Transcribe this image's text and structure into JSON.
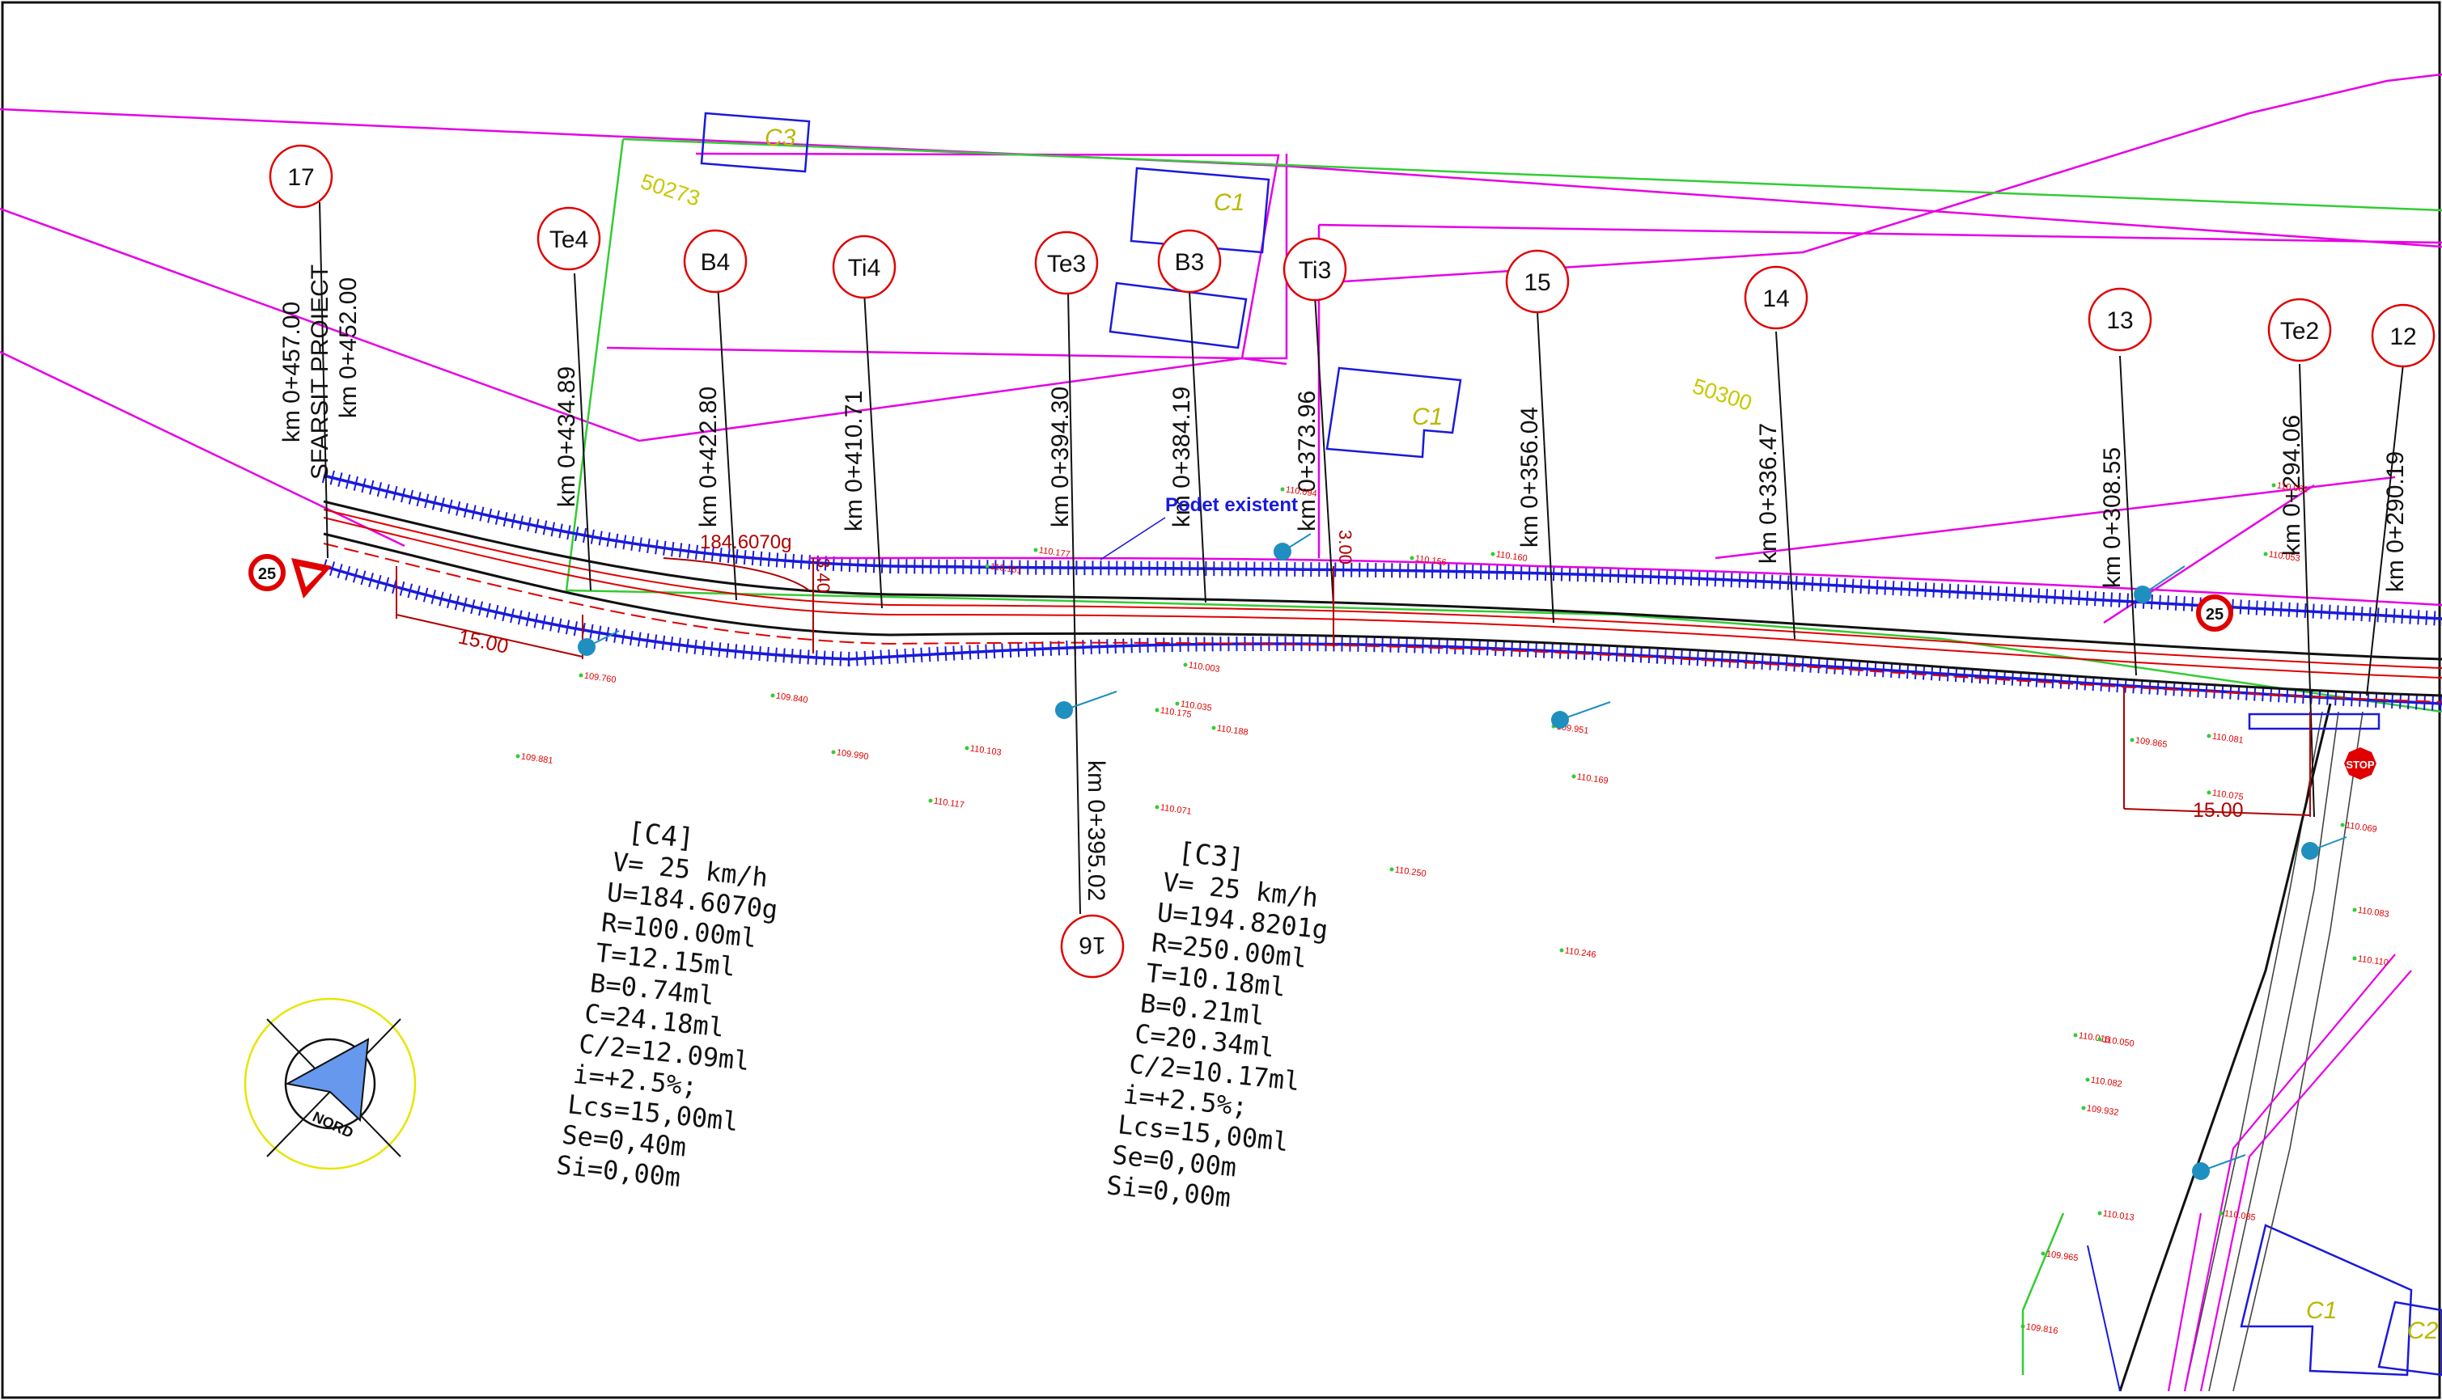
{
  "colors": {
    "magenta": "#e600e6",
    "green": "#33cc33",
    "blue": "#1a1adb",
    "red": "#e00000",
    "darkred": "#b00000",
    "black": "#111111",
    "yellow_olive": "#b8b800",
    "compass_fill": "#6699ee",
    "compass_ring": "#e6e600",
    "teal": "#1f8fbf"
  },
  "parcels": {
    "p50273": "50273",
    "p50300": "50300",
    "c3": "C3",
    "c1_top": "C1",
    "c1_mid": "C1",
    "c1_bottom": "C1",
    "c2_bottom": "C2"
  },
  "points": [
    {
      "id": "17",
      "km": "km 0+457.00",
      "extra": "SFARSIT PROIECT",
      "km2": "km 0+452.00"
    },
    {
      "id": "Te4",
      "km": "km 0+434.89"
    },
    {
      "id": "B4",
      "km": "km 0+422.80"
    },
    {
      "id": "Ti4",
      "km": "km 0+410.71"
    },
    {
      "id": "Te3",
      "km": "km 0+394.30"
    },
    {
      "id": "B3",
      "km": "km 0+384.19"
    },
    {
      "id": "Ti3",
      "km": "km 0+373.96"
    },
    {
      "id": "15",
      "km": "km 0+356.04"
    },
    {
      "id": "14",
      "km": "km 0+336.47"
    },
    {
      "id": "13",
      "km": "km 0+308.55"
    },
    {
      "id": "Te2",
      "km": "km 0+294.06"
    },
    {
      "id": "12",
      "km": "km 0+290.19"
    },
    {
      "id": "16",
      "km": "km 0+395.02"
    }
  ],
  "annotations": {
    "podet": "Podet existent",
    "angle": "184.6070g",
    "dim_340": "3.40",
    "dim_300": "3.00",
    "dim_15_left": "15.00",
    "dim_15_right": "15.00",
    "compass": "NORD",
    "sign_25": "25",
    "sign_stop": "STOP"
  },
  "curves": [
    {
      "name": "[C4]",
      "lines": [
        "V= 25 km/h",
        "U=184.6070g",
        "R=100.00ml",
        "T=12.15ml",
        "B=0.74ml",
        "C=24.18ml",
        "C/2=12.09ml",
        "i=+2.5%;",
        "Lcs=15,00ml",
        "Se=0,40m",
        "Si=0,00m"
      ]
    },
    {
      "name": "[C3]",
      "lines": [
        "V= 25 km/h",
        "U=194.8201g",
        "R=250.00ml",
        "T=10.18ml",
        "B=0.21ml",
        "C=20.34ml",
        "C/2=10.17ml",
        "i=+2.5%;",
        "Lcs=15,00ml",
        "Se=0,00m",
        "Si=0,00m"
      ]
    }
  ],
  "spot_heights": [
    "109.881",
    "109.840",
    "109.990",
    "110.103",
    "110.117",
    "110.071",
    "110.250",
    "110.246",
    "110.169",
    "109.951",
    "110.035",
    "110.175",
    "110.188",
    "110.003",
    "109.760",
    "110.094",
    "110.156",
    "110.160",
    "110.151",
    "110.177",
    "109.865",
    "110.069",
    "110.083",
    "110.110",
    "110.016",
    "109.965",
    "109.816",
    "110.082",
    "109.932",
    "110.050",
    "110.013",
    "110.085",
    "110.061",
    "110.053",
    "110.081",
    "110.075"
  ]
}
